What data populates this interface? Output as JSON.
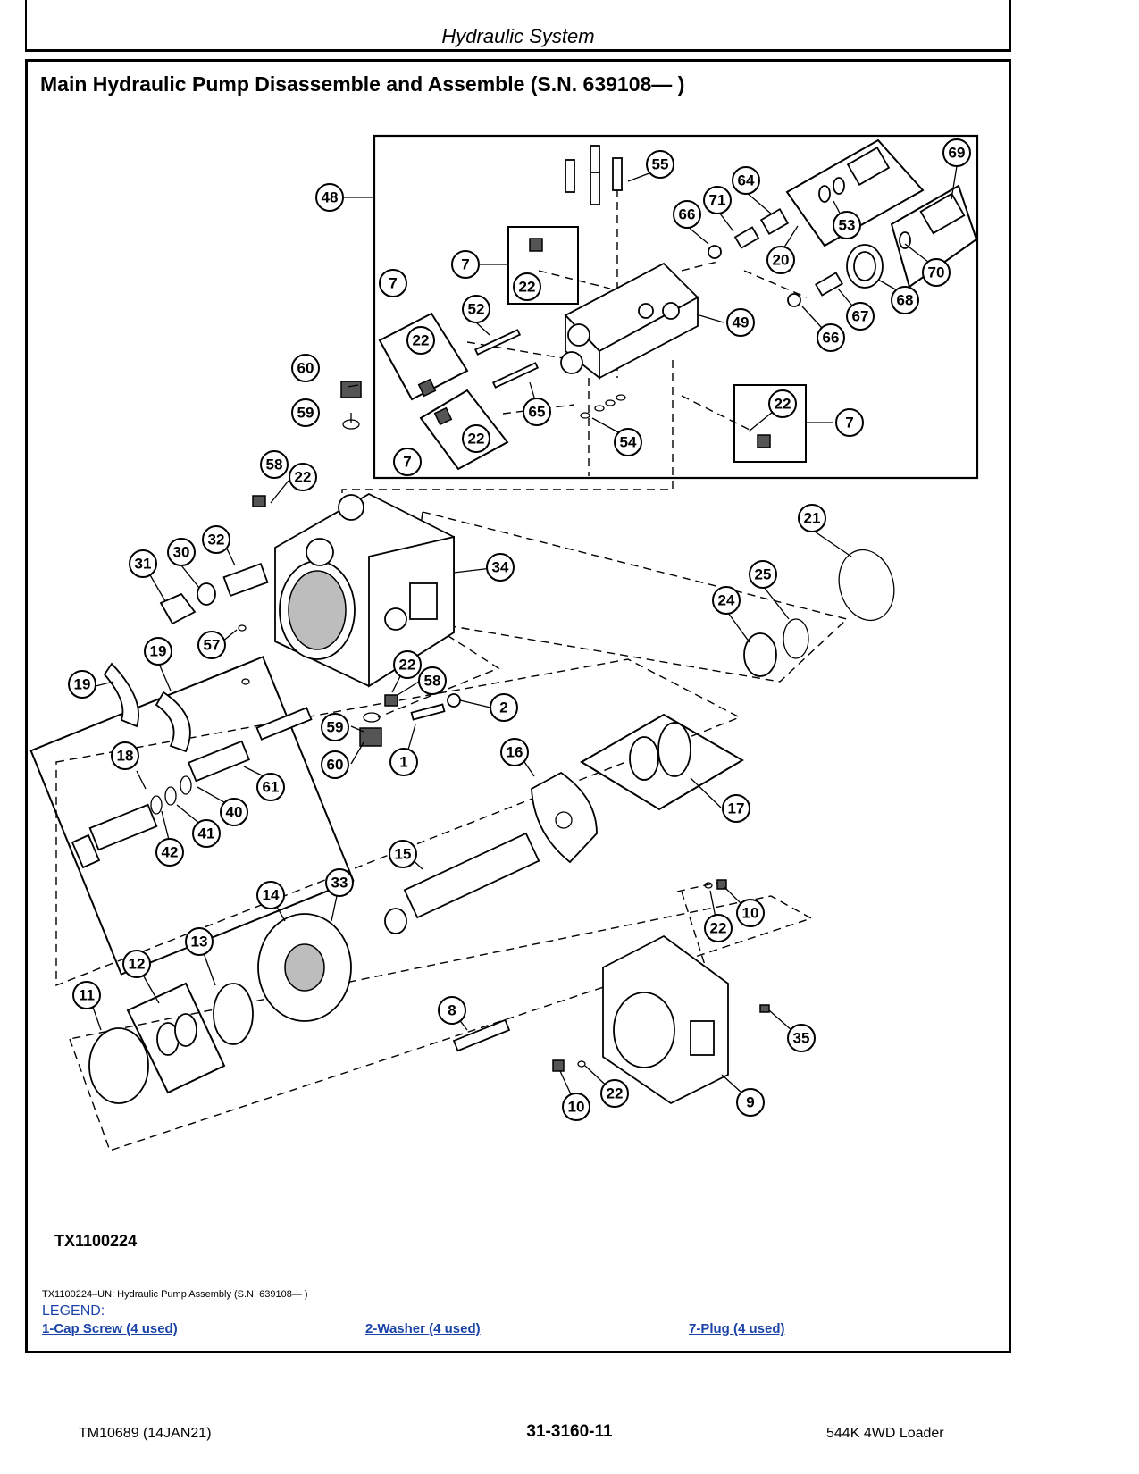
{
  "header": {
    "title": "Hydraulic System"
  },
  "section": {
    "title": "Main Hydraulic Pump Disassemble and Assemble (S.N. 639108— )"
  },
  "figure": {
    "id": "TX1100224",
    "caption": "TX1100224–UN: Hydraulic Pump Assembly (S.N. 639108— )",
    "callouts": [
      "1",
      "2",
      "7",
      "8",
      "9",
      "10",
      "11",
      "12",
      "13",
      "14",
      "15",
      "16",
      "17",
      "18",
      "19",
      "20",
      "21",
      "22",
      "24",
      "25",
      "30",
      "31",
      "32",
      "33",
      "34",
      "35",
      "40",
      "41",
      "42",
      "48",
      "49",
      "52",
      "53",
      "54",
      "55",
      "57",
      "58",
      "59",
      "60",
      "61",
      "64",
      "65",
      "66",
      "67",
      "68",
      "69",
      "70",
      "71"
    ]
  },
  "legend": {
    "title": "LEGEND:",
    "items": [
      "1-Cap Screw (4 used)",
      "2-Washer (4 used)",
      "7-Plug (4 used)"
    ]
  },
  "footer": {
    "left": "TM10689 (14JAN21)",
    "center": "31-3160-11",
    "right": "544K 4WD Loader"
  }
}
